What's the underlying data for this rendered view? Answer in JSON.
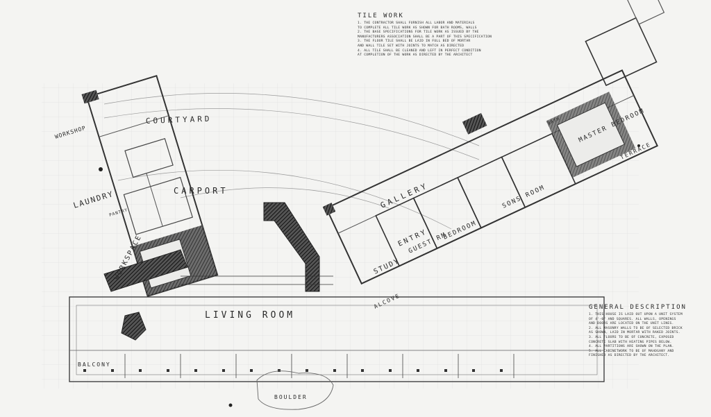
{
  "sheet": {
    "room_labels": {
      "courtyard": "COURTYARD",
      "carport": "CARPORT",
      "living_room": "LIVING ROOM",
      "gallery": "GALLERY",
      "master_bedroom": "MASTER BEDROOM",
      "terrace": "TERRACE",
      "workshop": "WORKSHOP",
      "laundry": "LAUNDRY",
      "pantry": "PANTRY",
      "workspace": "WORKSPACE",
      "entry": "ENTRY",
      "study": "STUDY",
      "guest_rm": "GUEST RM",
      "bedroom": "BEDROOM",
      "sons_room": "SONS ROOM",
      "balcony": "BALCONY",
      "boulder": "BOULDER",
      "alcove": "ALCOVE",
      "bath": "BATH"
    },
    "notes": {
      "tile_work_title": "TILE WORK",
      "tile_work_lines": [
        "1. THE CONTRACTOR SHALL FURNISH ALL LABOR AND MATERIALS",
        "TO COMPLETE ALL TILE WORK AS SHOWN FOR BATH ROOMS, WALLS",
        "2. THE BASE SPECIFICATIONS FOR TILE WORK AS ISSUED BY THE",
        "MANUFACTURERS ASSOCIATION SHALL BE A PART OF THIS SPECIFICATION",
        "3. THE FLOOR TILE SHALL BE LAID IN FULL BED OF MORTAR",
        "AND WALL TILE SET WITH JOINTS TO MATCH AS DIRECTED",
        "4. ALL TILE SHALL BE CLEANED AND LEFT IN PERFECT CONDITION",
        "AT COMPLETION OF THE WORK AS DIRECTED BY THE ARCHITECT"
      ],
      "general_title": "GENERAL DESCRIPTION",
      "general_lines": [
        "1. THIS HOUSE IS LAID OUT UPON A UNIT SYSTEM",
        "OF 4'-0\" AND SQUARES. ALL WALLS, OPENINGS",
        "AND DOORS ARE LOCATED ON THE UNIT LINES.",
        "2. ALL MASONRY WALLS TO BE OF SELECTED BRICK",
        "AS SHOWN, LAID IN MORTAR WITH RAKED JOINTS.",
        "3. ALL FLOORS TO BE OF CONCRETE, EXPOSED",
        "CONCRETE SLAB WITH HEATING PIPES BELOW.",
        "4. ALL PARTITIONS ARE SHOWN ON THE PLAN.",
        "5. ALL CABINETWORK TO BE OF MAHOGANY AND",
        "FINISHED AS DIRECTED BY THE ARCHITECT."
      ]
    }
  }
}
